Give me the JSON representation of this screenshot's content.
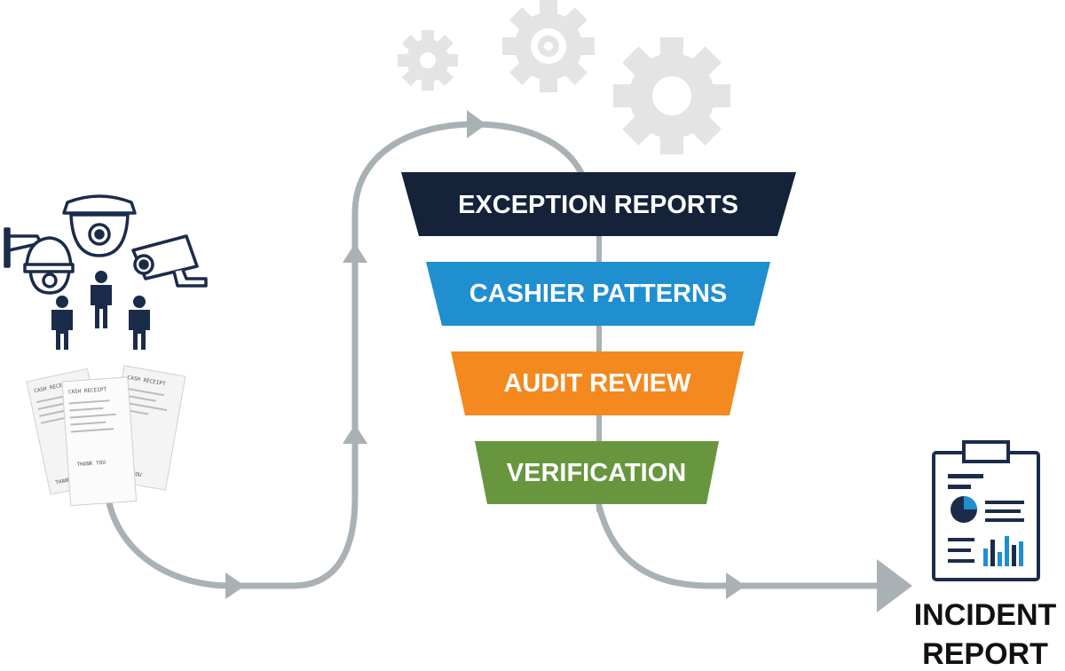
{
  "colors": {
    "navy": "#14233a",
    "blue": "#1f8fd0",
    "orange": "#f3891f",
    "green": "#67963f",
    "flow_gray": "#aab1b5",
    "gear_gray": "#e4e4e4",
    "icon_navy": "#1b2c4a"
  },
  "funnel": [
    {
      "label": "EXCEPTION REPORTS",
      "color": "navy"
    },
    {
      "label": "CASHIER PATTERNS",
      "color": "blue"
    },
    {
      "label": "AUDIT REVIEW",
      "color": "orange"
    },
    {
      "label": "VERIFICATION",
      "color": "green"
    }
  ],
  "receipts": {
    "heading": "CASH RECEIPT",
    "footer": "THANK YOU"
  },
  "outcome": {
    "line1": "INCIDENT",
    "line2": "REPORT"
  },
  "icons": {
    "cameras": "security-cameras-icon",
    "people": "people-icon",
    "gears": "gears-icon",
    "report": "clipboard-report-icon"
  }
}
